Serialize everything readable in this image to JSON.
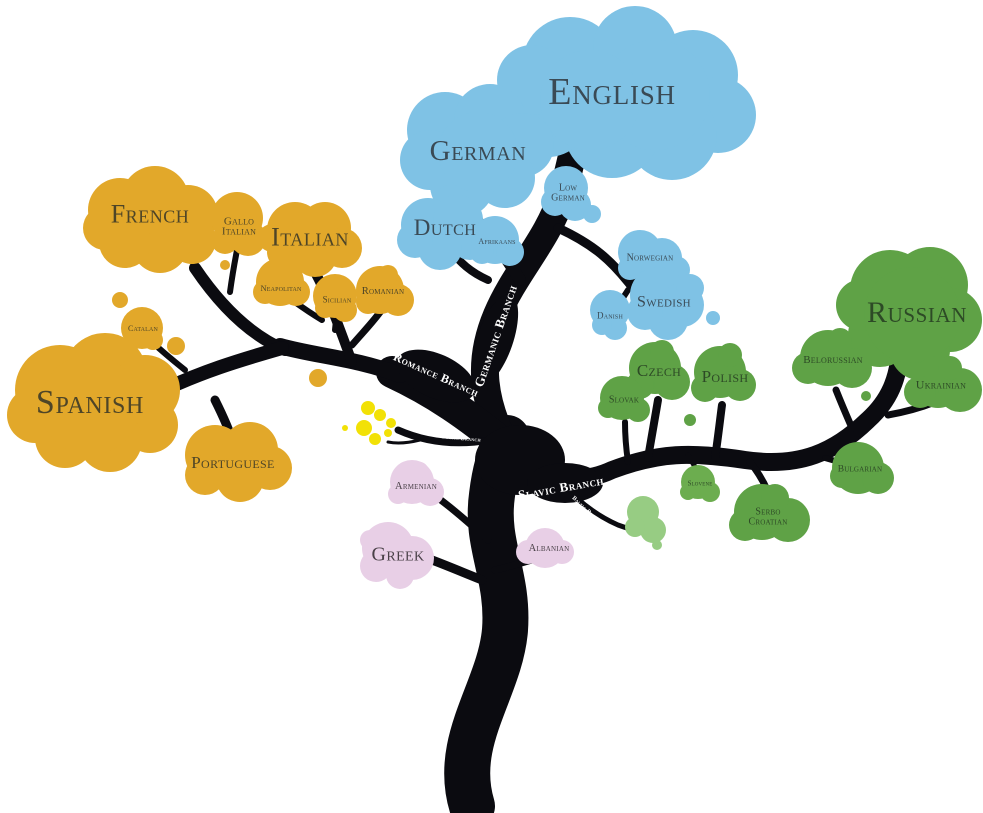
{
  "diagram": {
    "kind": "language-family-tree",
    "background": "#ffffff"
  },
  "colors": {
    "background": "#ffffff",
    "tree": "#0b0b10",
    "germanic": "#7fc2e5",
    "romance": "#e2a82a",
    "celtic_yellow": "#f2e106",
    "slavic": "#5fa246",
    "slovene_green": "#6cad4f",
    "baltic_light_green": "#97cc83",
    "hellenic_pink": "#e8cfe6",
    "germanic_text": "#3a4a55",
    "romance_text": "#4e4527",
    "slavic_text": "#2d4a26",
    "other_text": "#4a4148",
    "branch_label_text": "#ffffff"
  },
  "branch_labels": {
    "romance": "Romance Branch",
    "germanic": "Germanic Branch",
    "slavic": "Slavic Branch",
    "celtic": "Celtic Branch",
    "baltic": "Baltic Branch"
  },
  "languages": {
    "english": "English",
    "german": "German",
    "dutch": "Dutch",
    "low_german": "Low German",
    "afrikaans": "Afrikaans",
    "norwegian": "Norwegian",
    "swedish": "Swedish",
    "danish": "Danish",
    "french": "French",
    "gallo_italian": "Gallo Italian",
    "italian": "Italian",
    "neapolitan": "Neapolitan",
    "sicilian": "Sicilian",
    "romanian": "Romanian",
    "catalan": "Catalan",
    "spanish": "Spanish",
    "portuguese": "Portuguese",
    "czech": "Czech",
    "polish": "Polish",
    "slovak": "Slovak",
    "russian": "Russian",
    "belorussian": "Belorussian",
    "ukrainian": "Ukrainian",
    "bulgarian": "Bulgarian",
    "serbo_croatian": "Serbo Croatian",
    "slovene": "Slovene",
    "armenian": "Armenian",
    "greek": "Greek",
    "albanian": "Albanian"
  }
}
